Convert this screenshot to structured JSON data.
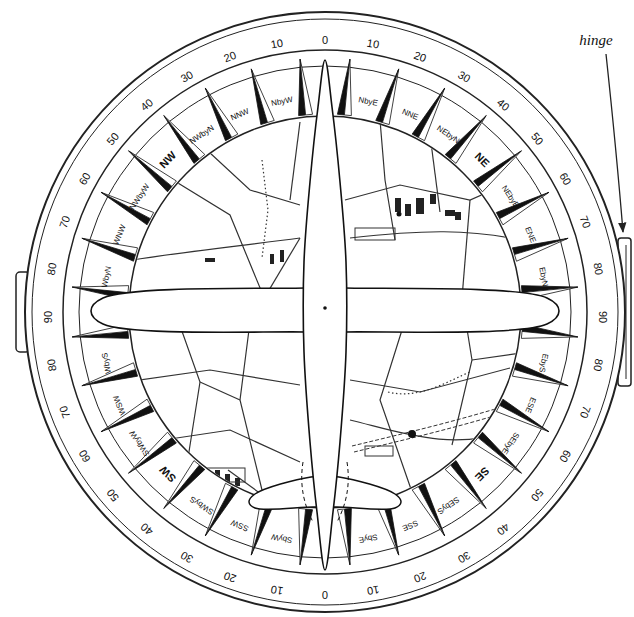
{
  "diagram": {
    "labels": [
      "0",
      "10",
      "20",
      "30",
      "40",
      "50",
      "60",
      "70",
      "80",
      "90",
      "80",
      "70",
      "60",
      "50",
      "40",
      "30",
      "20",
      "10",
      "0",
      "10",
      "20",
      "30",
      "40",
      "50",
      "60",
      "70",
      "80",
      "90",
      "80",
      "70",
      "60",
      "50",
      "40",
      "30",
      "20",
      "10",
      "NbyE",
      "NNE",
      "NEbyN",
      "NE",
      "NEbyE",
      "ENE",
      "EbyN",
      "EbyS",
      "ESE",
      "SEbyE",
      "SE",
      "SEbyS",
      "SSE",
      "SbyE",
      "SbyW",
      "SSW",
      "SWbyS",
      "SW",
      "SWbyW",
      "WSW",
      "WbyS",
      "WbyN",
      "WNW",
      "NWbyW",
      "NW",
      "NWbyN",
      "NNW",
      "NbyW",
      "hinge"
    ]
  }
}
